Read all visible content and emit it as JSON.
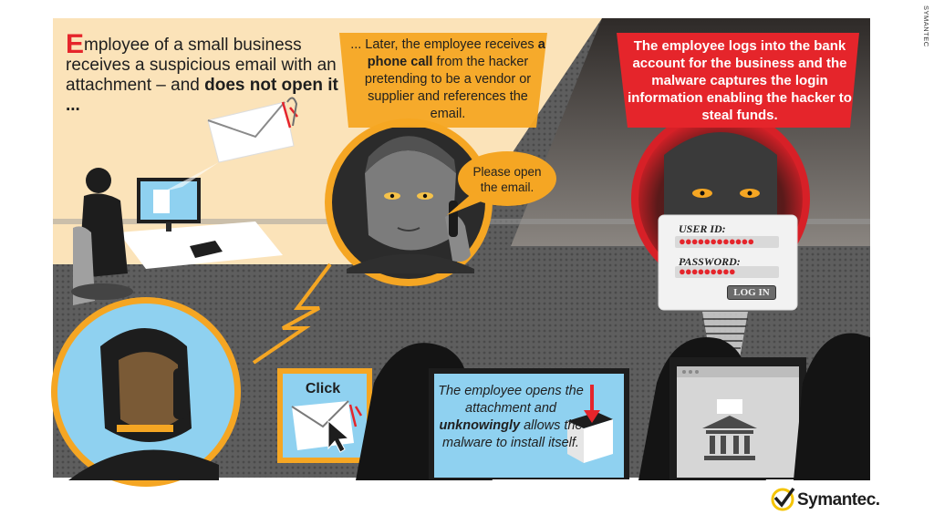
{
  "panels": {
    "intro": {
      "drop_letter": "E",
      "text_part1": "mployee of a small business receives a suspicious email with an attachment – and ",
      "text_bold": "does not open it ..."
    },
    "phone_call": {
      "text_part1": "... Later, the employee receives ",
      "text_bold1": "a phone call",
      "text_part2": " from the hacker pretending to be a vendor or supplier and references the email.",
      "speech": "Please open the email."
    },
    "malware": {
      "click_label": "Click",
      "text_part1": "The employee opens the attachment and ",
      "text_bold": "unknowingly",
      "text_part2": " allows the malware to install itself."
    },
    "bank": {
      "text_part1": "The employee logs into the bank account for the business and the malware captures the login information enabling the hacker to ",
      "text_bold": "steal funds."
    }
  },
  "login_form": {
    "userid_label": "USER ID:",
    "userid_value": "●●●●●●●●●●●●",
    "password_label": "PASSWORD:",
    "password_value": "●●●●●●●●●",
    "button_label": "LOG IN"
  },
  "brand": {
    "name": "Symantec."
  },
  "credit": "SYMANTEC",
  "colors": {
    "cream": "#fbe3b9",
    "orange": "#f5a623",
    "red": "#e5252b",
    "dark": "#1d1d1d",
    "gray": "#6e6e6e",
    "light_blue": "#8fd1f0"
  },
  "icons": [
    "envelope-icon",
    "paperclip-icon",
    "phone-icon",
    "lightning-icon",
    "arrow-right-icon",
    "cursor-icon",
    "box-download-icon",
    "bank-icon",
    "checkmark-logo-icon"
  ]
}
